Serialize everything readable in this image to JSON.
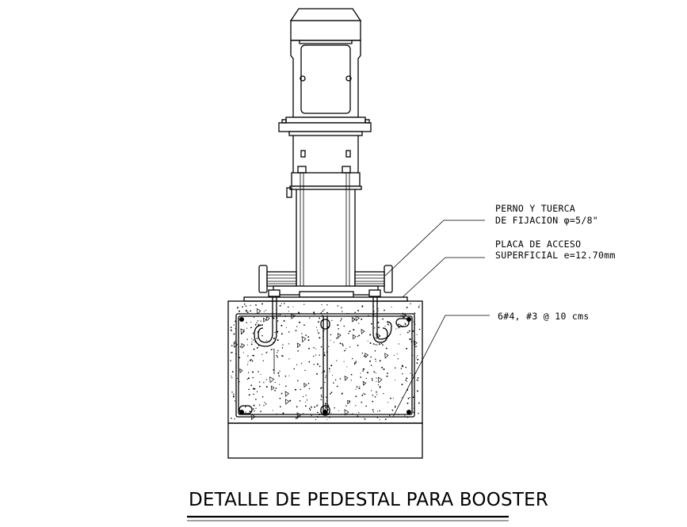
{
  "labels": {
    "bolt_line1": "PERNO Y TUERCA",
    "bolt_line2": "DE FIJACION φ=5/8\"",
    "plate_line1": "PLACA DE ACCESO",
    "plate_line2": "SUPERFICIAL e=12.70mm",
    "rebar": "6#4, #3 @ 10 cms"
  },
  "title": "DETALLE DE PEDESTAL PARA BOOSTER"
}
